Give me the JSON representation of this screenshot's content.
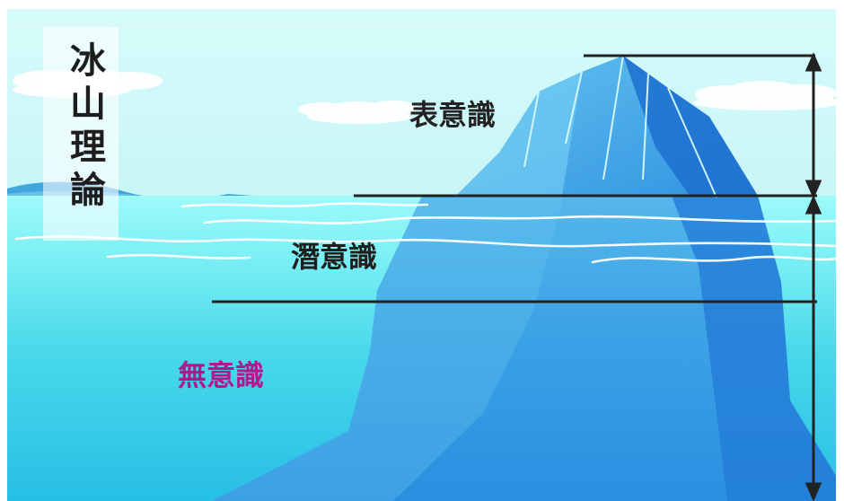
{
  "diagram": {
    "title": "冰山理論",
    "labels": {
      "conscious": "表意識",
      "subconscious": "潛意識",
      "unconscious": "無意識"
    },
    "colors": {
      "sky": "#d9fbfb",
      "water_surface": "#8ef5f6",
      "water_deep": "#22c7e5",
      "ice_light": "#53b9ea",
      "ice_mid": "#2a8fe0",
      "ice_dark": "#1c6fcf",
      "line": "#222222",
      "unconscious_text": "#b3178d"
    },
    "icons": {
      "cloud": "cloud-icon",
      "arrow": "double-arrow-icon"
    }
  }
}
